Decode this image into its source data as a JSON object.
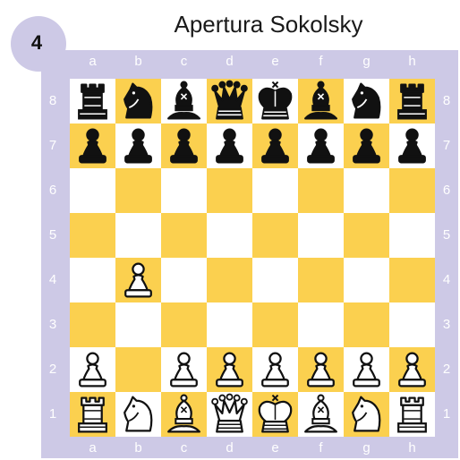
{
  "diagram_number": "4",
  "title": "Apertura Sokolsky",
  "files": [
    "a",
    "b",
    "c",
    "d",
    "e",
    "f",
    "g",
    "h"
  ],
  "ranks": [
    "8",
    "7",
    "6",
    "5",
    "4",
    "3",
    "2",
    "1"
  ],
  "colors": {
    "light_square": "#ffffff",
    "dark_square": "#fbd04f",
    "frame": "#cdc9e6",
    "badge": "#cdc9e6"
  },
  "position": [
    [
      "bR",
      "bN",
      "bB",
      "bQ",
      "bK",
      "bB",
      "bN",
      "bR"
    ],
    [
      "bP",
      "bP",
      "bP",
      "bP",
      "bP",
      "bP",
      "bP",
      "bP"
    ],
    [
      "",
      "",
      "",
      "",
      "",
      "",
      "",
      ""
    ],
    [
      "",
      "",
      "",
      "",
      "",
      "",
      "",
      ""
    ],
    [
      "",
      "wP",
      "",
      "",
      "",
      "",
      "",
      ""
    ],
    [
      "",
      "",
      "",
      "",
      "",
      "",
      "",
      ""
    ],
    [
      "wP",
      "",
      "wP",
      "wP",
      "wP",
      "wP",
      "wP",
      "wP"
    ],
    [
      "wR",
      "wN",
      "wB",
      "wQ",
      "wK",
      "wB",
      "wN",
      "wR"
    ]
  ]
}
